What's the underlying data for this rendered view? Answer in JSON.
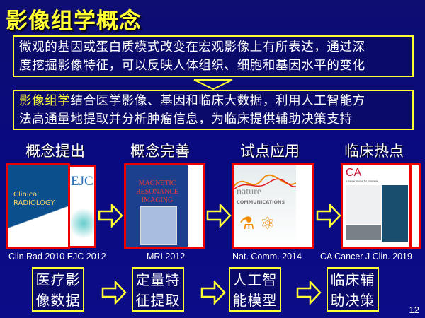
{
  "slide": {
    "title": "影像组学概念",
    "page_number": "12",
    "accent_color": "#ffff33",
    "border_color": "#e00000"
  },
  "definition_box": {
    "line1": "微观的基因或蛋白质模式改变在宏观影像上有所表达，通过深",
    "line2": "度挖掘影像特征，可以反映人体组织、细胞和基因水平的变化"
  },
  "radiomics_box": {
    "highlight": "影像组学",
    "line1_rest": "结合医学影像、基因和临床大数据，利用人工智能方",
    "line2": "法高通量地提取并分析肿瘤信息，为临床提供辅助决策支持"
  },
  "timeline": [
    {
      "heading": "概念提出",
      "caption": "Clin Rad 2010  EJC 2012",
      "cover_text": "Clinical RADIOLOGY",
      "back_text": "EJC"
    },
    {
      "heading": "概念完善",
      "caption": "MRI 2012",
      "cover_text": "MAGNETIC RESONANCE IMAGING"
    },
    {
      "heading": "试点应用",
      "caption": "Nat. Comm. 2014",
      "cover_text": "nature",
      "cover_sub": "COMMUNICATIONS"
    },
    {
      "heading": "临床热点",
      "caption": "CA Cancer J Clin. 2019",
      "cover_text": "CA",
      "cover_sub": "A Cancer Journal for Clinicians"
    }
  ],
  "pipeline": [
    {
      "line1": "医疗影",
      "line2": "像数据"
    },
    {
      "line1": "定量特",
      "line2": "征提取"
    },
    {
      "line1": "人工智",
      "line2": "能模型"
    },
    {
      "line1": "临床辅",
      "line2": "助决策"
    }
  ]
}
